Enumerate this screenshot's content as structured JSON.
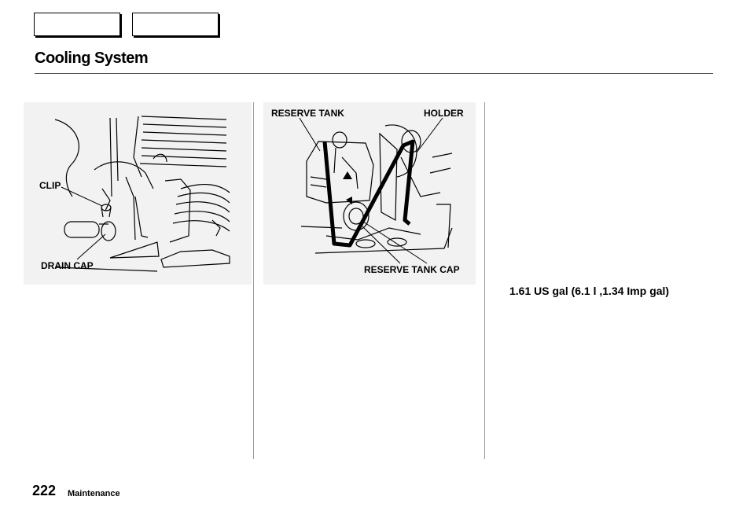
{
  "header": {
    "title": "Cooling System"
  },
  "figures": {
    "left": {
      "callouts": {
        "clip": "CLIP",
        "drain_cap": "DRAIN CAP"
      }
    },
    "middle": {
      "callouts": {
        "reserve_tank": "RESERVE TANK",
        "holder": "HOLDER",
        "reserve_tank_cap": "RESERVE TANK CAP"
      }
    }
  },
  "right": {
    "capacity": "1.61 US gal (6.1 l ,1.34 Imp gal)"
  },
  "footer": {
    "page_number": "222",
    "section": "Maintenance"
  }
}
